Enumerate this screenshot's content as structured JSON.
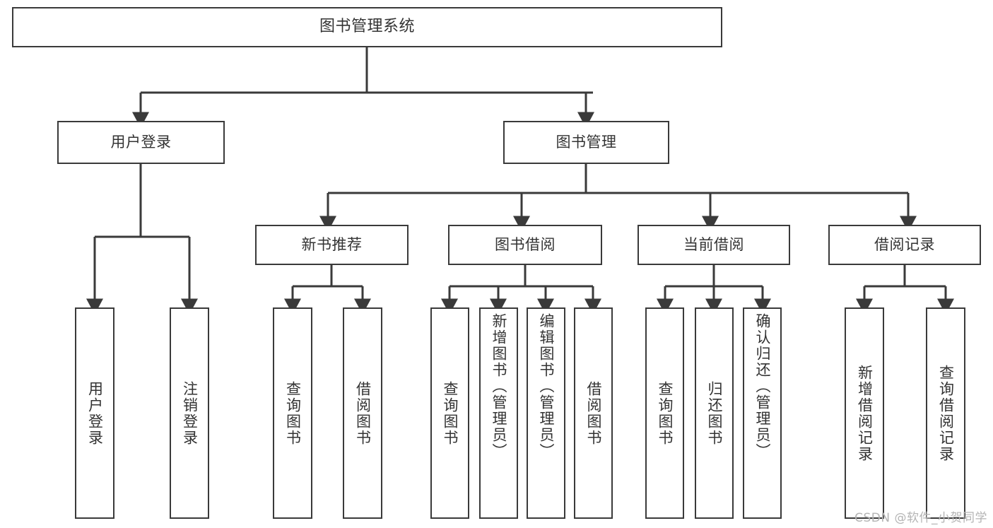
{
  "diagram": {
    "title": "图书管理系统",
    "type": "tree-hierarchy-chart",
    "line_color": "#3a3a3a",
    "text_color": "#333333",
    "background_color": "#ffffff"
  },
  "nodes": {
    "root": {
      "label": "图书管理系统"
    },
    "level2": [
      {
        "label": "用户登录"
      },
      {
        "label": "图书管理"
      }
    ],
    "level3": [
      {
        "label": "新书推荐"
      },
      {
        "label": "图书借阅"
      },
      {
        "label": "当前借阅"
      },
      {
        "label": "借阅记录"
      }
    ],
    "leaves": {
      "user_login": [
        {
          "label": "用户登录"
        },
        {
          "label": "注销登录"
        }
      ],
      "new_book_recommend": [
        {
          "label": "查询图书"
        },
        {
          "label": "借阅图书"
        }
      ],
      "book_borrow": [
        {
          "label": "查询图书"
        },
        {
          "label": "新增图书（管理员）"
        },
        {
          "label": "编辑图书（管理员）"
        },
        {
          "label": "借阅图书"
        }
      ],
      "current_borrow": [
        {
          "label": "查询图书"
        },
        {
          "label": "归还图书"
        },
        {
          "label": "确认归还（管理员）"
        }
      ],
      "borrow_record": [
        {
          "label": "新增借阅记录"
        },
        {
          "label": "查询借阅记录"
        }
      ]
    }
  },
  "watermark": {
    "text": "CSDN @软件_小贺同学"
  }
}
